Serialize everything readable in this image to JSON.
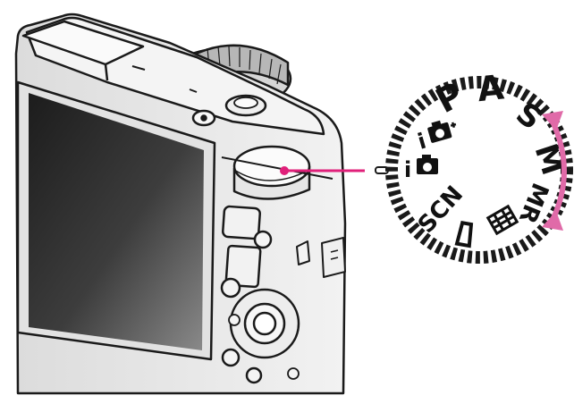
{
  "colors": {
    "background": "#ffffff",
    "outline": "#1a1a1a",
    "camera_body": "#e9e9e9",
    "screen_dark": "#1c1c1c",
    "screen_light": "#8a8a8a",
    "callout": "#e0207a",
    "rotation_arrow": "#e06aa8",
    "dial_face": "#ffffff"
  },
  "dial": {
    "modes": [
      {
        "id": "program",
        "label": "P"
      },
      {
        "id": "aperture",
        "label": "A"
      },
      {
        "id": "shutter",
        "label": "S"
      },
      {
        "id": "manual",
        "label": "M"
      },
      {
        "id": "memory-recall",
        "label": "MR"
      },
      {
        "id": "movie",
        "icon": "movie-film-icon"
      },
      {
        "id": "sweep-panorama",
        "icon": "panorama-icon"
      },
      {
        "id": "scene",
        "label": "SCN"
      },
      {
        "id": "intelligent-auto",
        "label": "i",
        "icon": "camera-icon"
      },
      {
        "id": "superior-auto",
        "label": "i",
        "icon": "camera-plus-icon"
      }
    ],
    "rotation_indicator": "double-arrow-icon"
  }
}
